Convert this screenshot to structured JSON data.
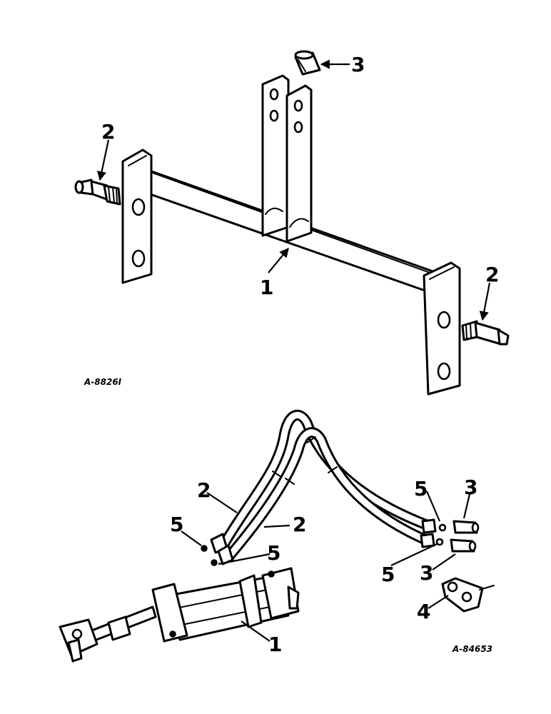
{
  "figures": [
    {
      "id_label": "A-8826I",
      "callouts": {
        "bar": "1",
        "pin_left": "2",
        "pin_right": "2",
        "bushing": "3"
      }
    },
    {
      "id_label": "A-84653",
      "callouts": {
        "cylinder": "1",
        "hose_outer": "2",
        "hose_inner": "2",
        "coupler_upper": "3",
        "coupler_lower": "3",
        "bracket": "4",
        "oring_left_upper": "5",
        "oring_left_lower": "5",
        "oring_right_upper": "5",
        "oring_right_lower": "5"
      }
    }
  ]
}
